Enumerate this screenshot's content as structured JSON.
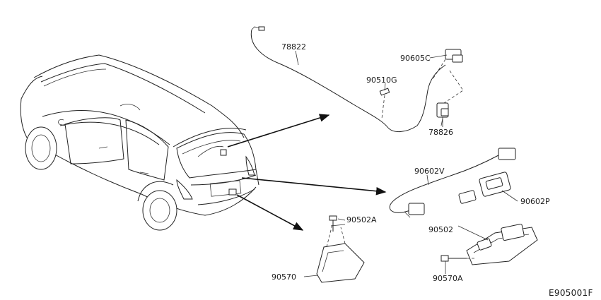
{
  "diagram": {
    "code": "E905001F",
    "parts": [
      {
        "id": "p78822",
        "label": "78822"
      },
      {
        "id": "p90605c",
        "label": "90605C"
      },
      {
        "id": "p90510g",
        "label": "90510G"
      },
      {
        "id": "p78826",
        "label": "78826"
      },
      {
        "id": "p90602v",
        "label": "90602V"
      },
      {
        "id": "p90602p",
        "label": "90602P"
      },
      {
        "id": "p90502a",
        "label": "90502A"
      },
      {
        "id": "p90502",
        "label": "90502"
      },
      {
        "id": "p90570",
        "label": "90570"
      },
      {
        "id": "p90570a",
        "label": "90570A"
      }
    ]
  }
}
